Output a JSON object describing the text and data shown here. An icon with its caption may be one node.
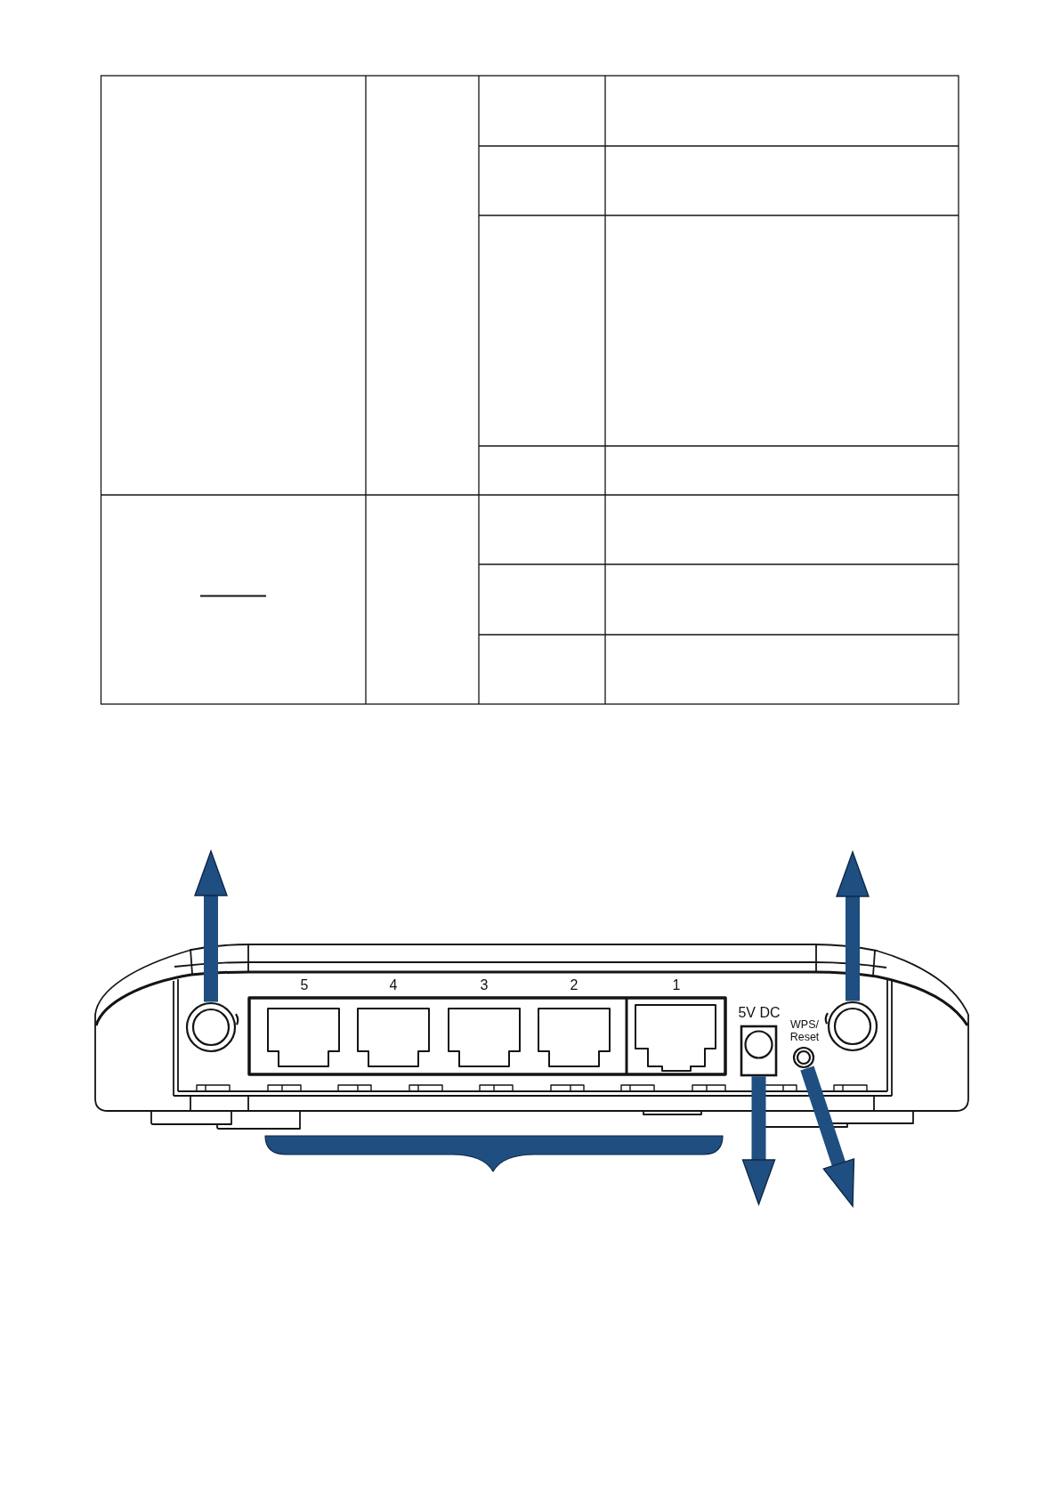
{
  "diagram": {
    "nodes": [
      {
        "text": [],
        "shape": "circle"
      },
      {
        "text": [],
        "shape": "box"
      },
      {
        "text": [],
        "shape": "circle"
      },
      {
        "text": [],
        "shape": "circle"
      }
    ],
    "edges": [
      {
        "from": 0,
        "to": null,
        "arrow": "to"
      },
      {
        "from": 1,
        "to": null,
        "arrow": "to"
      },
      {
        "from": 2,
        "to": null,
        "arrow": "to"
      },
      {
        "from": 3,
        "to": null,
        "arrow": "to"
      }
    ],
    "labels": [
      "5",
      "4",
      "3",
      "2",
      "1",
      "5V DC",
      "WPS/ Reset"
    ]
  }
}
